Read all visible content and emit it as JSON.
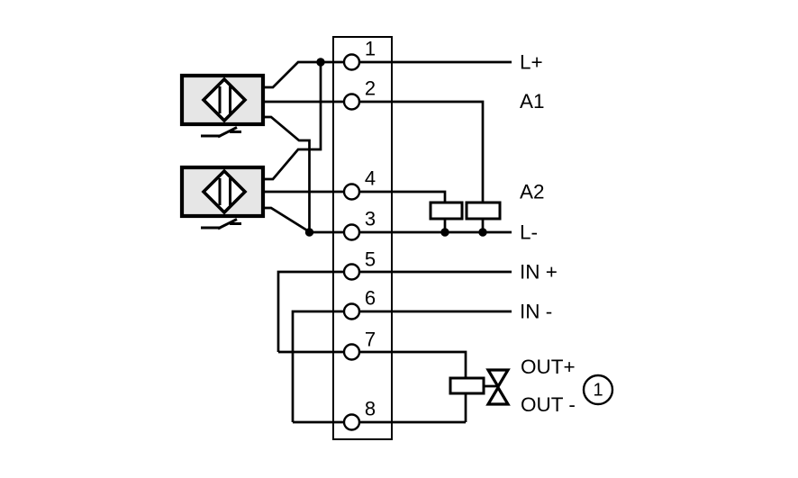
{
  "colors": {
    "background": "#ffffff",
    "line": "#000000",
    "sensor_fill": "#e6e6e6"
  },
  "terminal_block": {
    "terminals": [
      {
        "number": "1"
      },
      {
        "number": "2"
      },
      {
        "number": "4"
      },
      {
        "number": "3"
      },
      {
        "number": "5"
      },
      {
        "number": "6"
      },
      {
        "number": "7"
      },
      {
        "number": "8"
      }
    ]
  },
  "signals": {
    "l_plus": "L+",
    "a1": "A1",
    "a2": "A2",
    "l_minus": "L-",
    "in_plus": "IN +",
    "in_minus": "IN -",
    "out_plus": "OUT+",
    "out_minus": "OUT -"
  },
  "callout": {
    "number": "1"
  },
  "components": {
    "sensor_1": "proximity-sensor",
    "sensor_2": "proximity-sensor",
    "load_1": "resistor",
    "load_2": "resistor",
    "output_load": "resistor",
    "actuator": "solenoid-valve"
  }
}
